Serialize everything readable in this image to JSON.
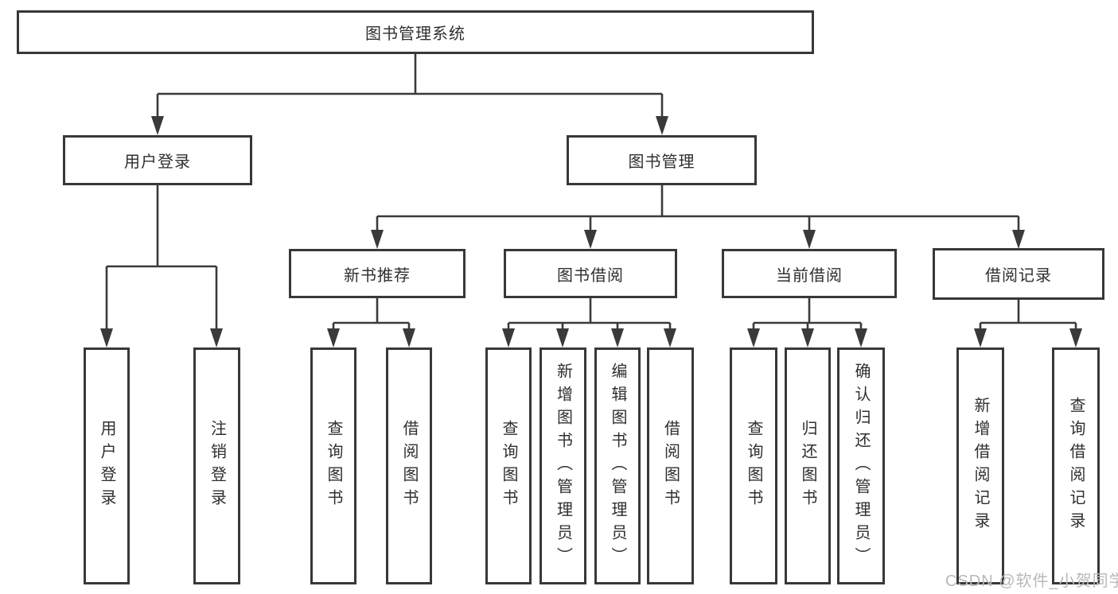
{
  "colors": {
    "line": "#3a3a3a",
    "box_border": "#383838",
    "text": "#2f2f2f",
    "background": "#ffffff",
    "watermark": "#b9b9b9"
  },
  "watermark": {
    "text": "CSDN @软件_小贺同学"
  },
  "tree": {
    "label": "图书管理系统",
    "children": [
      {
        "label": "用户登录",
        "children": [
          {
            "label": "用户登录"
          },
          {
            "label": "注销登录"
          }
        ]
      },
      {
        "label": "图书管理",
        "children": [
          {
            "label": "新书推荐",
            "children": [
              {
                "label": "查询图书"
              },
              {
                "label": "借阅图书"
              }
            ]
          },
          {
            "label": "图书借阅",
            "children": [
              {
                "label": "查询图书"
              },
              {
                "label": "新增图书（管理员）"
              },
              {
                "label": "编辑图书（管理员）"
              },
              {
                "label": "借阅图书"
              }
            ]
          },
          {
            "label": "当前借阅",
            "children": [
              {
                "label": "查询图书"
              },
              {
                "label": "归还图书"
              },
              {
                "label": "确认归还（管理员）"
              }
            ]
          },
          {
            "label": "借阅记录",
            "children": [
              {
                "label": "新增借阅记录"
              },
              {
                "label": "查询借阅记录"
              }
            ]
          }
        ]
      }
    ]
  }
}
